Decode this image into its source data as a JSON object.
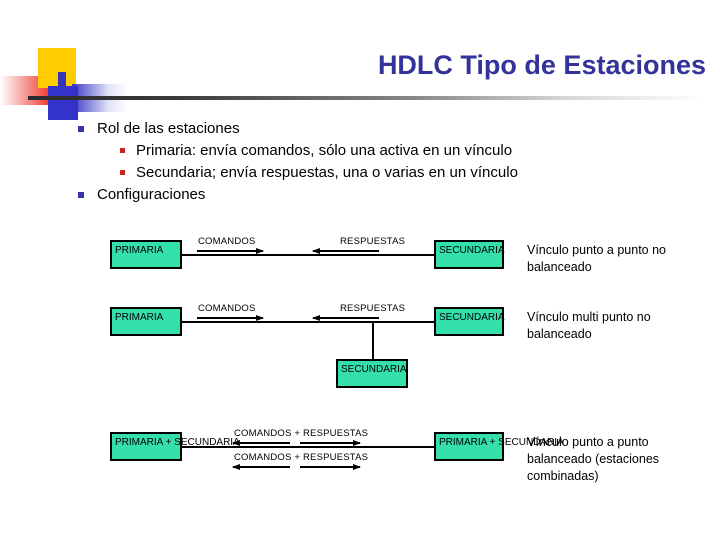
{
  "slide": {
    "title": "HDLC  Tipo de Estaciones",
    "title_color": "#333399"
  },
  "decor": {
    "yellow": "#FFCC00",
    "red": "#F0463C",
    "blue": "#3333CC",
    "rule": "#2b2b2b"
  },
  "bullets": [
    {
      "level": 1,
      "text": "Rol de las estaciones"
    },
    {
      "level": 2,
      "text": "Primaria: envía comandos, sólo una activa en un vínculo"
    },
    {
      "level": 2,
      "text": "Secundaria; envía respuestas, una o varias en un vínculo"
    },
    {
      "level": 1,
      "text": "Configuraciones"
    }
  ],
  "diagram": {
    "node_fill": "#33E0AC",
    "node_border": "#000000",
    "row1": {
      "left_node": "PRIMARIA",
      "right_node": "SECUNDARIA",
      "label_left": "COMANDOS",
      "label_right": "RESPUESTAS",
      "description": "Vínculo punto a punto no balanceado"
    },
    "row2": {
      "left_node": "PRIMARIA",
      "right_node": "SECUNDARIA",
      "drop_node": "SECUNDARIA",
      "label_left": "COMANDOS",
      "label_right": "RESPUESTAS",
      "description": "Vínculo multi punto no balanceado"
    },
    "row3": {
      "left_node": "PRIMARIA + SECUNDARIA",
      "right_node": "PRIMARIA + SECUNDARIA",
      "label_top": "COMANDOS + RESPUESTAS",
      "label_bottom": "COMANDOS + RESPUESTAS",
      "description": "Vínculo punto a punto balanceado (estaciones combinadas)"
    }
  }
}
